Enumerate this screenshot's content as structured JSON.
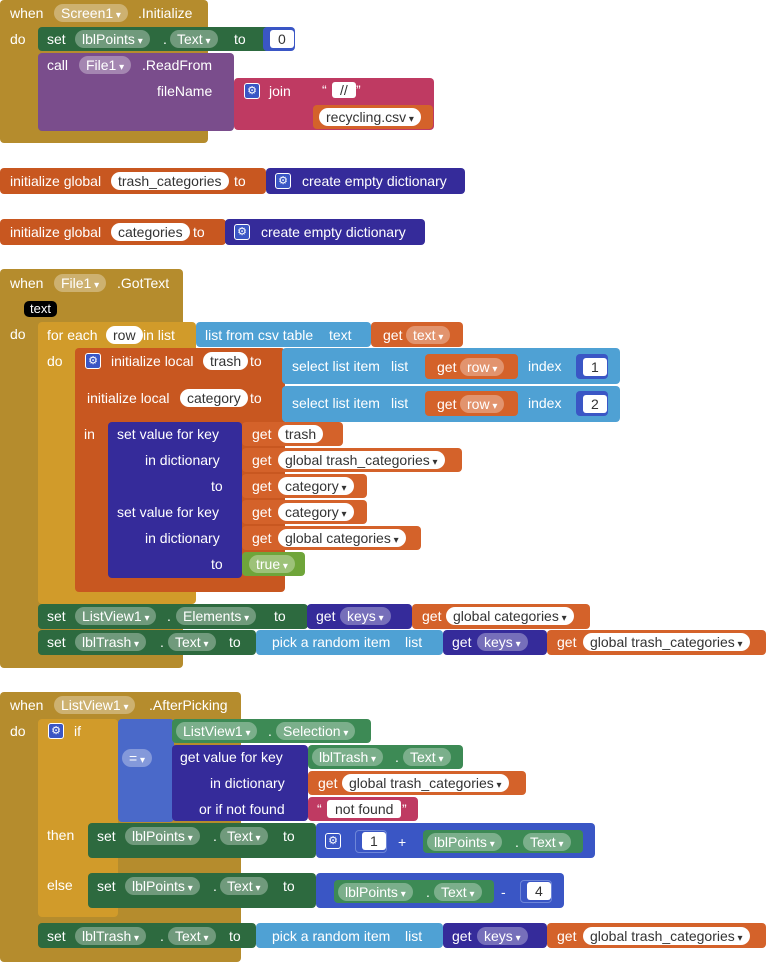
{
  "colors": {
    "event": "#b58c2d",
    "component_set": "#2d6a3f",
    "component_get": "#3d8a55",
    "call": "#7a4d8c",
    "text": "#bf3a62",
    "variable": "#d4622a",
    "dictionary": "#352b9a",
    "list": "#4fa1d4",
    "control": "#d19b2a",
    "math": "#3a56c5",
    "logic": "#6fa53a"
  },
  "icons": [
    "mutator-gear-icon",
    "dropdown-arrow-icon",
    "field-pill-icon"
  ],
  "b1": {
    "when": "when",
    "component": "Screen1",
    "event": ".Initialize",
    "do": "do",
    "set": "set",
    "target": "lblPoints",
    "dot": ".",
    "prop": "Text",
    "to": "to",
    "value": "0",
    "call": "call",
    "file": "File1",
    "method": ".ReadFrom",
    "param": "fileName",
    "join": "join",
    "sep": "//",
    "filename": "recycling.csv"
  },
  "b2": {
    "init": "initialize global",
    "name": "trash_categories",
    "to": "to",
    "value": "create empty dictionary"
  },
  "b3": {
    "init": "initialize global",
    "name": "categories",
    "to": "to",
    "value": "create empty dictionary"
  },
  "b4": {
    "when": "when",
    "component": "File1",
    "event": ".GotText",
    "param": "text",
    "do": "do",
    "foreach": "for each",
    "item": "row",
    "inlist": "in list",
    "csv": "list from csv table",
    "csv_text": "text",
    "get": "get",
    "get_var": "text",
    "do2": "do",
    "init_local": "initialize local",
    "local1": "trash",
    "to": "to",
    "select": "select list item",
    "list": "list",
    "row": "row",
    "index": "index",
    "idx1": "1",
    "local2": "category",
    "idx2": "2",
    "in": "in",
    "svk": "set value for key",
    "in_dict": "in dictionary",
    "trash": "trash",
    "g_trash_cat": "global trash_categories",
    "category": "category",
    "g_cat": "global categories",
    "true": "true",
    "set": "set",
    "listview": "ListView1",
    "dot": ".",
    "elements": "Elements",
    "keys": "keys",
    "lbltrash": "lblTrash",
    "prop_text": "Text",
    "pick": "pick a random item"
  },
  "b5": {
    "when": "when",
    "component": "ListView1",
    "event": ".AfterPicking",
    "do": "do",
    "if": "if",
    "eq": "=",
    "selection": "Selection",
    "dot": ".",
    "gvk": "get value for key",
    "lbltrash": "lblTrash",
    "prop_text": "Text",
    "in_dict": "in dictionary",
    "get": "get",
    "g_trash_cat": "global trash_categories",
    "notfound_label": "or if not found",
    "notfound": "not found",
    "then": "then",
    "else": "else",
    "set": "set",
    "lblpoints": "lblPoints",
    "to": "to",
    "one": "1",
    "plus": "+",
    "minus": "-",
    "four": "4",
    "pick": "pick a random item",
    "list": "list",
    "keys": "keys",
    "listview": "ListView1"
  }
}
